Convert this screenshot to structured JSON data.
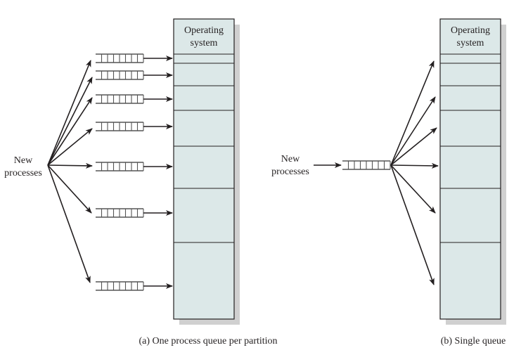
{
  "colors": {
    "partition_fill": "#dce8e8",
    "shadow": "#d0d0d0",
    "stroke": "#231f20",
    "queue_stroke": "#555555"
  },
  "left_panel": {
    "caption": "(a) One process queue per partition",
    "source_label_line1": "New",
    "source_label_line2": "processes",
    "memory": {
      "os_label_line1": "Operating",
      "os_label_line2": "system",
      "partition_count": 7
    },
    "queue_count": 7,
    "queue_cells": 8
  },
  "right_panel": {
    "caption": "(b) Single queue",
    "source_label_line1": "New",
    "source_label_line2": "processes",
    "memory": {
      "os_label_line1": "Operating",
      "os_label_line2": "system",
      "partition_count": 7
    },
    "queue_count": 1,
    "queue_cells": 8,
    "fan_out_arrows": 6
  }
}
